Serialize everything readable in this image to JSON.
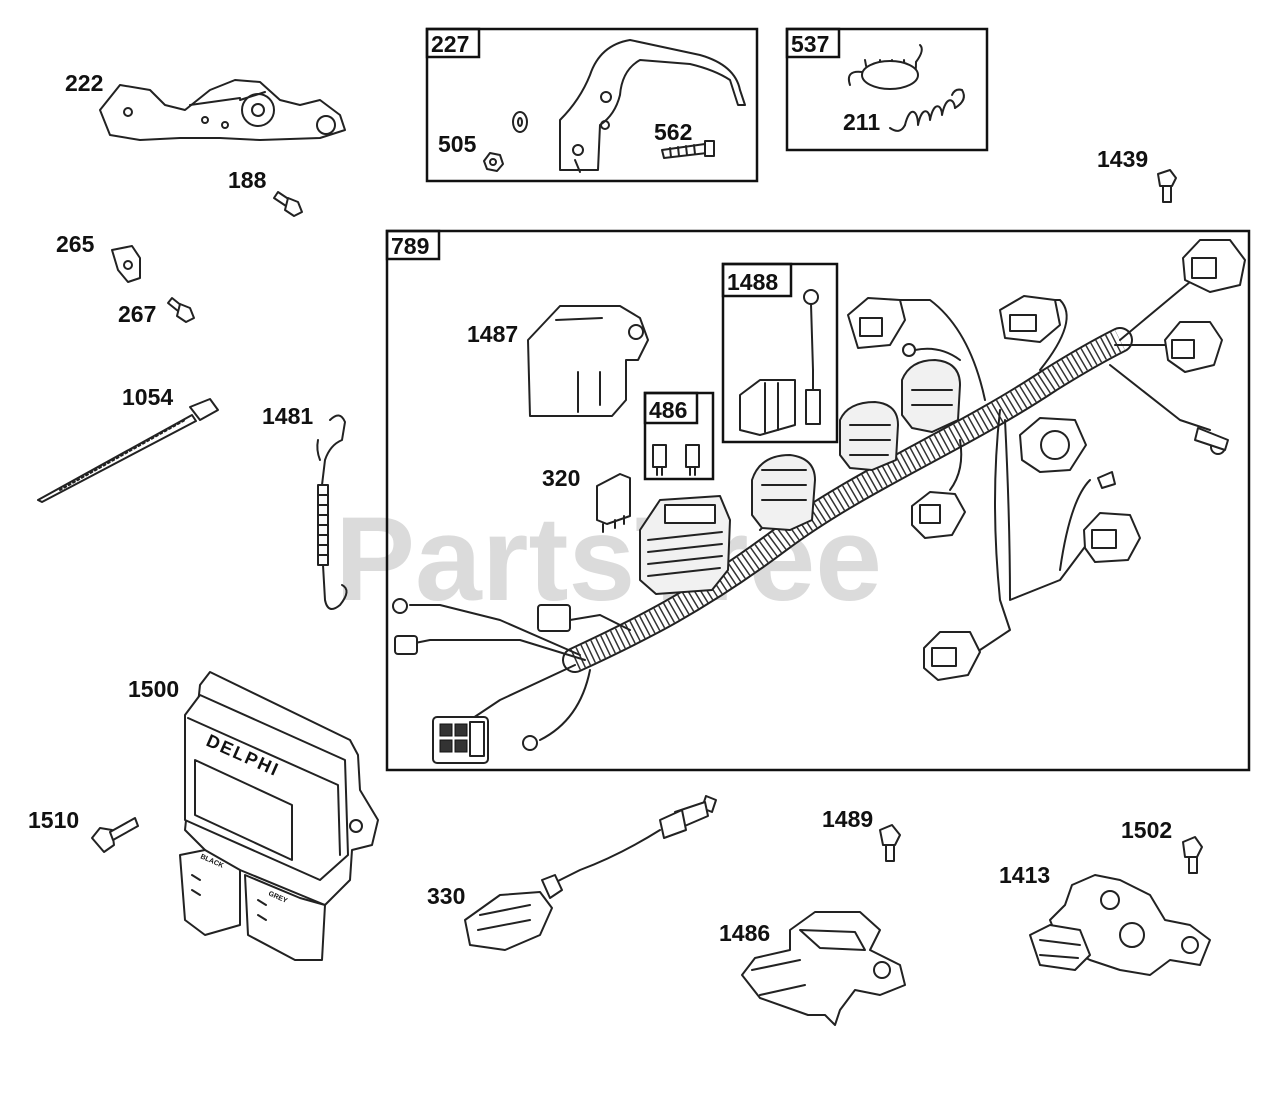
{
  "watermark": "PartsTree",
  "boxes": {
    "b227": "227",
    "b537": "537",
    "b789": "789",
    "b1488": "1488",
    "b486": "486"
  },
  "labels": {
    "p222": "222",
    "p188": "188",
    "p265": "265",
    "p267": "267",
    "p1054": "1054",
    "p1481": "1481",
    "p505": "505",
    "p562": "562",
    "p211": "211",
    "p1439": "1439",
    "p1487": "1487",
    "p320": "320",
    "p1500": "1500",
    "p1510": "1510",
    "p330": "330",
    "p1489": "1489",
    "p1486": "1486",
    "p1502": "1502",
    "p1413": "1413"
  },
  "module_text": {
    "brand": "DELPHI",
    "conn_a": "BLACK",
    "conn_b": "GREY"
  }
}
